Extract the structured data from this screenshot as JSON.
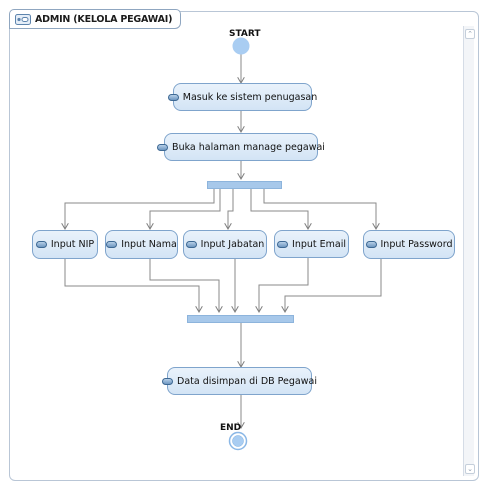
{
  "diagram": {
    "title": "ADMIN (KELOLA PEGAWAI)",
    "start_label": "START",
    "end_label": "END",
    "actions": {
      "masuk": "Masuk ke sistem penugasan",
      "buka": "Buka halaman manage pegawai",
      "nip": "Input NIP",
      "nama": "Input Nama",
      "jabatan": "Input Jabatan",
      "email": "Input Email",
      "password": "Input Password",
      "simpan": "Data disimpan di DB Pegawai"
    }
  },
  "colors": {
    "action_border": "#7fa4cc",
    "action_fill": "#dbe8f6",
    "bar_fill": "#a7c8ea",
    "start_node": "#a9cdf2",
    "connector": "#8a8a8a"
  },
  "icons": {
    "title_icon": "activity-diagram-icon",
    "action_icon": "action-pill-icon"
  }
}
